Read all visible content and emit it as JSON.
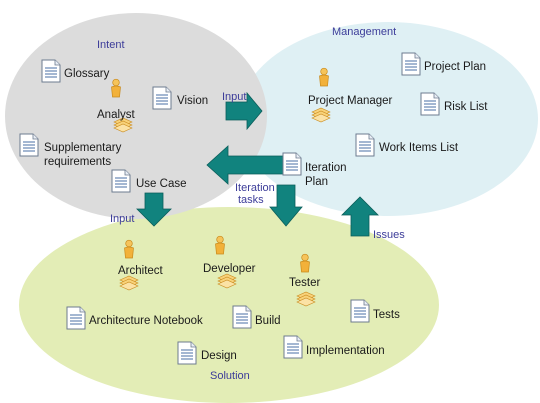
{
  "regions": {
    "intent": {
      "label": "Intent",
      "fill": "#dcdcdc",
      "label_color": "#3c3c99"
    },
    "management": {
      "label": "Management",
      "fill": "#dff0f4",
      "label_color": "#3c3c99"
    },
    "solution": {
      "label": "Solution",
      "fill": "#e3edb6",
      "label_color": "#3c3c99"
    }
  },
  "roles": {
    "analyst": "Analyst",
    "project_manager": "Project Manager",
    "architect": "Architect",
    "developer": "Developer",
    "tester": "Tester"
  },
  "artifacts": {
    "glossary": "Glossary",
    "vision": "Vision",
    "supplementary_line1": "Supplementary",
    "supplementary_line2": "requirements",
    "use_case": "Use Case",
    "project_plan": "Project Plan",
    "risk_list": "Risk List",
    "work_items_list": "Work Items List",
    "iteration_plan_line1": "Iteration",
    "iteration_plan_line2": "Plan",
    "architecture_notebook": "Architecture Notebook",
    "build": "Build",
    "tests": "Tests",
    "design": "Design",
    "implementation": "Implementation"
  },
  "flows": {
    "input_top": "Input",
    "input_left": "Input",
    "iteration_tasks_line1": "Iteration",
    "iteration_tasks_line2": "tasks",
    "issues": "Issues"
  },
  "colors": {
    "arrow": "#11837e",
    "arrow_stroke": "#0b5e5a",
    "role_icon": "#f2b13a",
    "doc_lines": "#4a6fa5"
  },
  "icons": {
    "role": "person-icon",
    "artifact": "document-icon"
  }
}
